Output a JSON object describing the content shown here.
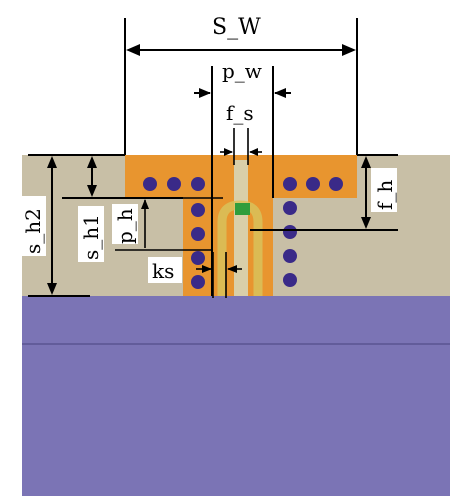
{
  "labels": {
    "s_w": "S_W",
    "p_w": "p_w",
    "f_s": "f_s",
    "f_h": "f_h",
    "s_h2": "s_h2",
    "s_h1": "s_h1",
    "p_h": "p_h",
    "ks": "ks"
  },
  "colors": {
    "background": "#ffffff",
    "substrate": "#7b74b5",
    "substrate_line": "#5b5592",
    "cavity_layer": "#c8bfa6",
    "patch": "#e8952f",
    "via": "#3a2a88",
    "gap_slot": "#d9cfa9",
    "feed_loop": "#d8c25a",
    "feed_point": "#2f9d3c",
    "text": "#000000"
  },
  "vias": {
    "count_left_row": 3,
    "count_left_column": 4,
    "count_right_row": 3,
    "count_right_column": 4
  }
}
